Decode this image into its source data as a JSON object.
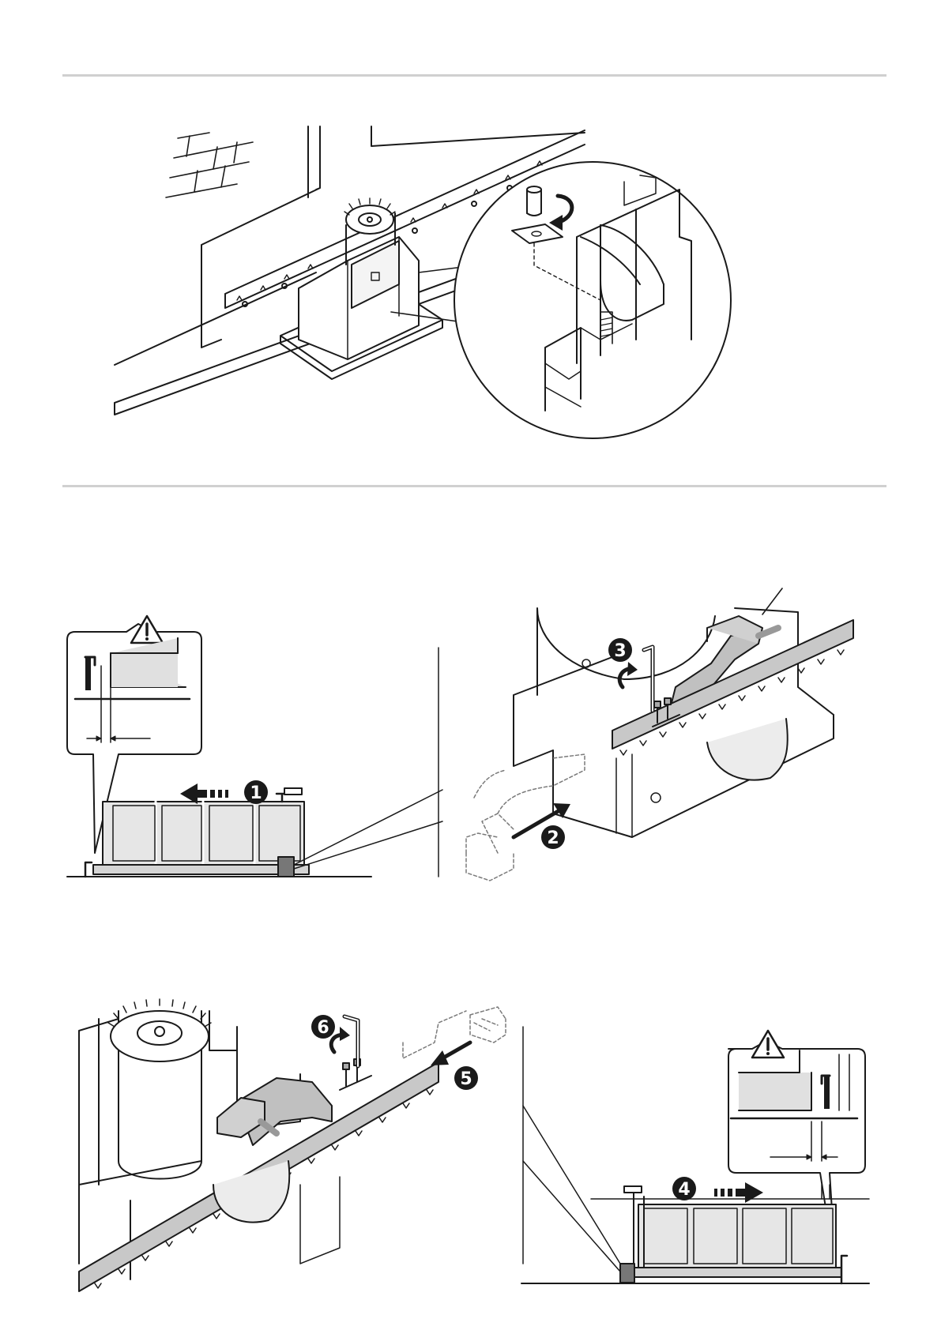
{
  "colors": {
    "ink": "#1a1a1a",
    "rack_fill": "#c8c8c8",
    "panel_fill": "#e8e8e8",
    "rule": "#d0d0d0",
    "dashed": "#7a7a7a"
  },
  "icons": [
    "warning-triangle-icon",
    "arrow-left-icon",
    "arrow-right-icon",
    "rotate-arrow-icon",
    "hex-key-icon"
  ],
  "steps": {
    "s1": "1",
    "s2": "2",
    "s3": "3",
    "s4": "4",
    "s5": "5",
    "s6": "6"
  }
}
